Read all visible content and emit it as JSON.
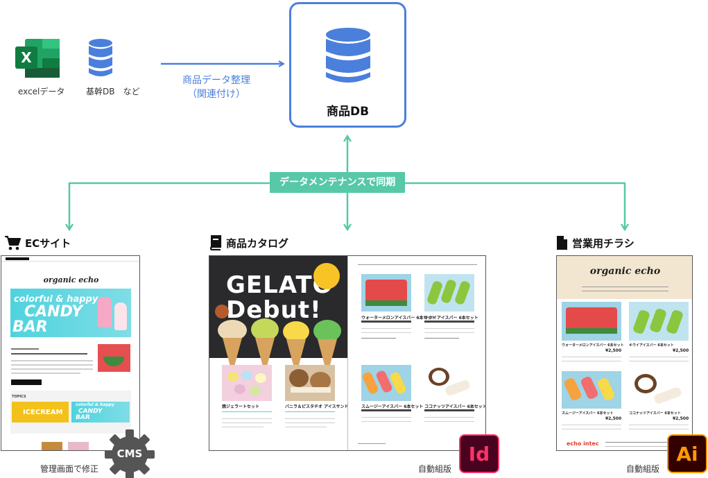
{
  "sources": {
    "excel_caption": "excelデータ",
    "db_caption": "基幹DB　など"
  },
  "arrow_label": {
    "line1": "商品データ整理",
    "line2": "（関連付け）"
  },
  "product_db": {
    "title": "商品DB"
  },
  "sync_label": "データメンテナンスで同期",
  "ec_site": {
    "title": "ECサイト",
    "logo": "organic echo",
    "banner_small": "colorful & happy",
    "banner_big1": "CANDY",
    "banner_big2": "BAR",
    "topics_label": "TOPICS",
    "mini_banner1": "ICECREAM",
    "mini_banner2_small": "colorful & happy",
    "mini_banner2_big1": "CANDY",
    "mini_banner2_big2": "BAR",
    "caption": "管理画面で修正",
    "badge": "CMS"
  },
  "catalog": {
    "title": "商品カタログ",
    "headline1": "GELATO",
    "headline2": "Debut!",
    "products": [
      {
        "name": "ウォーターメロンアイスバー 6本セット"
      },
      {
        "name": "キウイアイスバー 6本セット"
      },
      {
        "name": "焼ジェラートセット"
      },
      {
        "name": "バニラ＆ピスタチオ アイスサンド"
      },
      {
        "name": "スムージーアイスバー 6本セット"
      },
      {
        "name": "ココナッツアイスバー 6本セット"
      }
    ],
    "caption": "自動組版",
    "badge": "Id"
  },
  "flyer": {
    "title": "営業用チラシ",
    "logo": "organic echo",
    "products": [
      {
        "name": "ウォーターメロンアイスバー 6本セット",
        "price": "¥2,500"
      },
      {
        "name": "キウイアイスバー 6本セット",
        "price": "¥2,500"
      },
      {
        "name": "スムージーアイスバー 6本セット",
        "price": "¥2,500"
      },
      {
        "name": "ココナッツアイスバー 6本セット",
        "price": "¥2,500"
      }
    ],
    "footer_brand": "echo intec",
    "caption": "自動組版",
    "badge": "Ai"
  },
  "colors": {
    "db_blue": "#4a7fdc",
    "sync_green": "#57c8a8",
    "excel_green": "#1f7a45",
    "cms_gray": "#555555",
    "indesign_bg": "#49021f",
    "indesign_fg": "#ff3366",
    "illustrator_bg": "#330000",
    "illustrator_fg": "#ff9a00"
  },
  "icons": [
    "excel-icon",
    "database-icon",
    "cart-icon",
    "book-icon",
    "document-icon",
    "gear-icon"
  ]
}
